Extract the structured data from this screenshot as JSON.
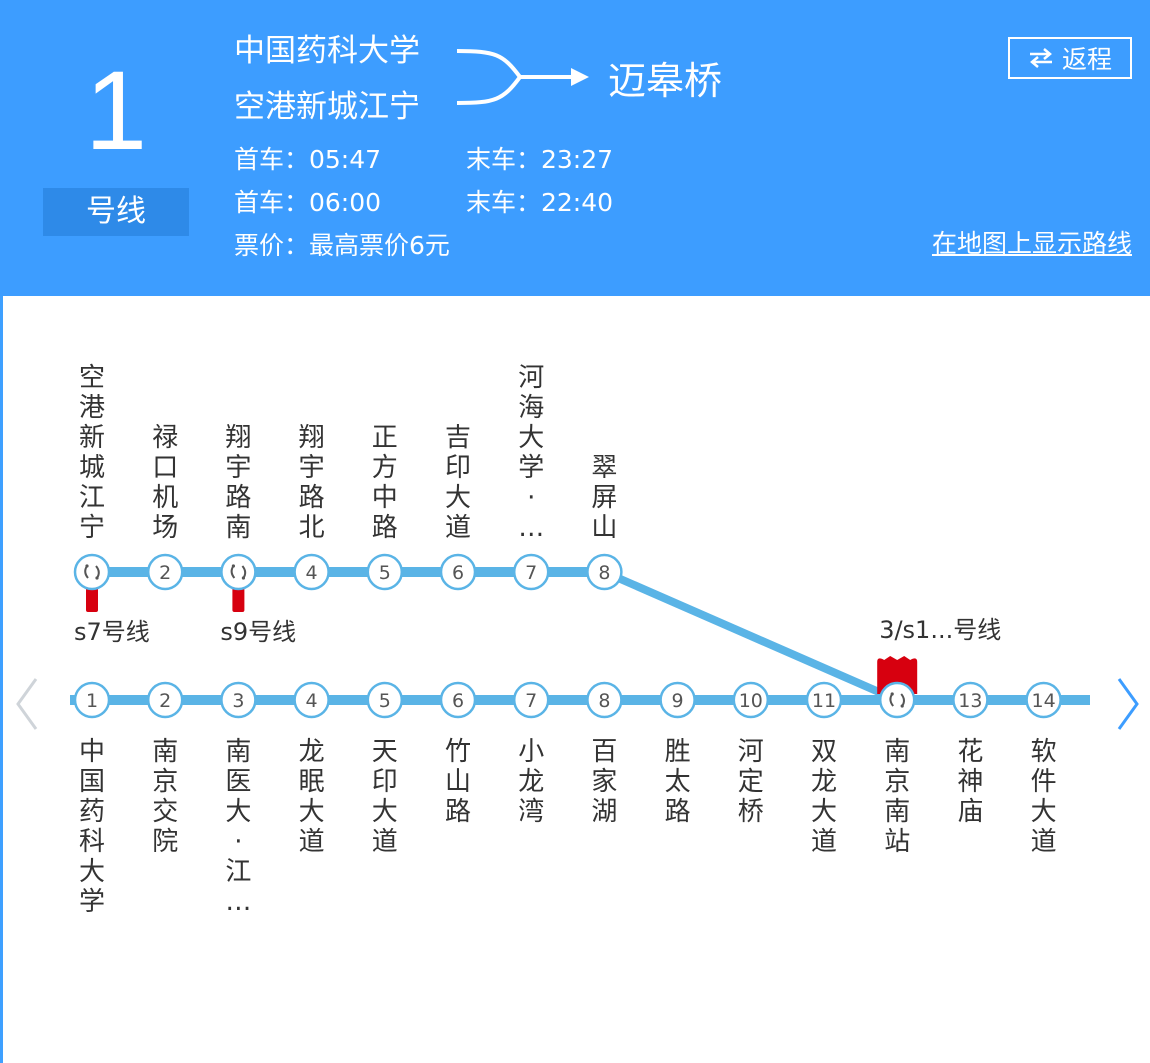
{
  "line": {
    "number": "1",
    "label": "号线",
    "origins": [
      "中国药科大学",
      "空港新城江宁"
    ],
    "destination": "迈皋桥"
  },
  "schedule": [
    {
      "first_label": "首车：05:47",
      "last_label": "末车：23:27"
    },
    {
      "first_label": "首车：06:00",
      "last_label": "末车：22:40"
    }
  ],
  "fare": "票价：最高票价6元",
  "return_button": "返程",
  "map_link": "在地图上显示路线",
  "colors": {
    "header_bg": "#3d9dff",
    "track": "#5ab4e6",
    "station_border": "#5ab4e6",
    "transfer_marker": "#d7000f",
    "nav_arrow_left": "#cfd4d9",
    "nav_arrow_right": "#3d9dff"
  },
  "icons": {
    "swap": "swap-arrows-icon",
    "transfer": "transfer-icon",
    "prev": "chevron-left-icon",
    "next": "chevron-right-icon"
  },
  "branch_stations": [
    {
      "badge": "",
      "name": "空港新城江宁",
      "transfer": true
    },
    {
      "badge": "2",
      "name": "禄口机场",
      "transfer": false
    },
    {
      "badge": "",
      "name": "翔宇路南",
      "transfer": true
    },
    {
      "badge": "4",
      "name": "翔宇路北",
      "transfer": false
    },
    {
      "badge": "5",
      "name": "正方中路",
      "transfer": false
    },
    {
      "badge": "6",
      "name": "吉印大道",
      "transfer": false
    },
    {
      "badge": "7",
      "name": "河海大学·...",
      "transfer": false
    },
    {
      "badge": "8",
      "name": "翠屏山",
      "transfer": false
    }
  ],
  "main_stations": [
    {
      "badge": "1",
      "name": "中国药科大学",
      "transfer": false
    },
    {
      "badge": "2",
      "name": "南京交院",
      "transfer": false
    },
    {
      "badge": "3",
      "name": "南医大·江...",
      "transfer": false
    },
    {
      "badge": "4",
      "name": "龙眠大道",
      "transfer": false
    },
    {
      "badge": "5",
      "name": "天印大道",
      "transfer": false
    },
    {
      "badge": "6",
      "name": "竹山路",
      "transfer": false
    },
    {
      "badge": "7",
      "name": "小龙湾",
      "transfer": false
    },
    {
      "badge": "8",
      "name": "百家湖",
      "transfer": false
    },
    {
      "badge": "9",
      "name": "胜太路",
      "transfer": false
    },
    {
      "badge": "10",
      "name": "河定桥",
      "transfer": false
    },
    {
      "badge": "11",
      "name": "双龙大道",
      "transfer": false
    },
    {
      "badge": "",
      "name": "南京南站",
      "transfer": true
    },
    {
      "badge": "13",
      "name": "花神庙",
      "transfer": false
    },
    {
      "badge": "14",
      "name": "软件大道",
      "transfer": false
    }
  ],
  "transfer_lines": [
    {
      "label": "s7号线"
    },
    {
      "label": "s9号线"
    },
    {
      "label": "3/s1...号线"
    }
  ]
}
